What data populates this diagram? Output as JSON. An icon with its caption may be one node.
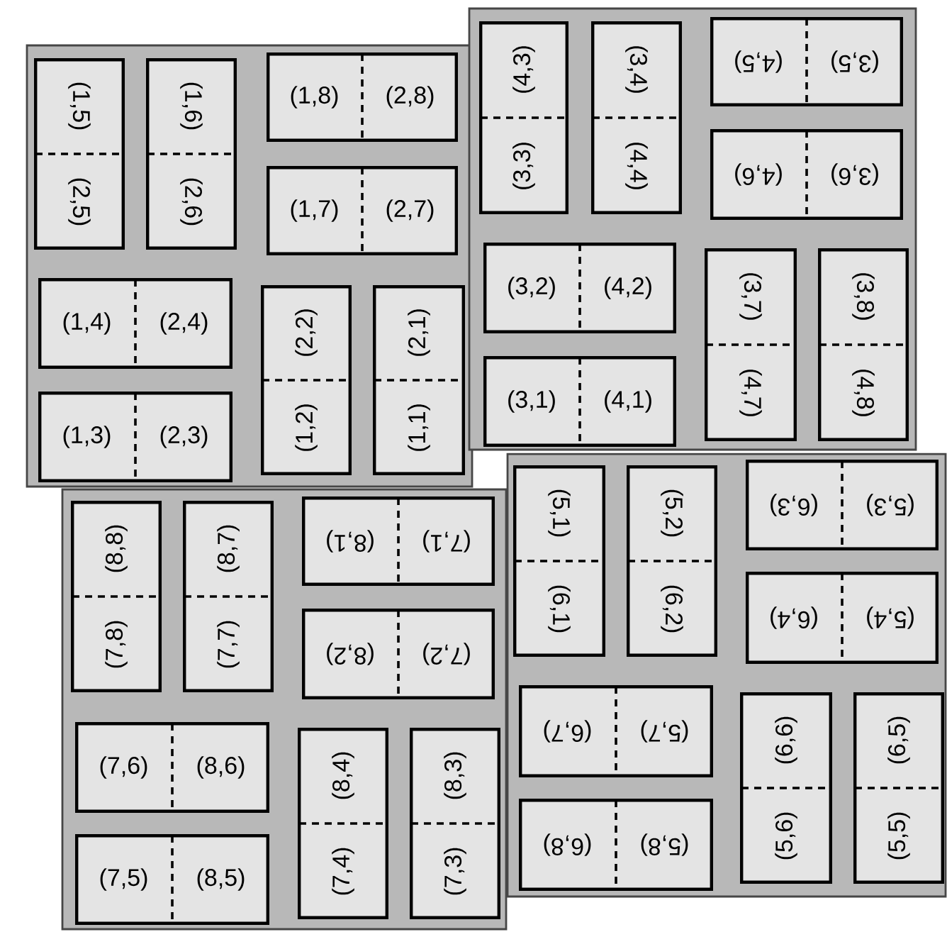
{
  "diagram": {
    "nodes": [
      {
        "text": [],
        "shape": "box"
      },
      {
        "text": [
          "(1,5)",
          "(2,5)"
        ],
        "in": 0
      },
      {
        "text": [
          "(1,6)",
          "(2,6)"
        ],
        "in": 0
      },
      {
        "text": [
          "(1,8)",
          "(2,8)"
        ],
        "in": 0
      },
      {
        "text": [
          "(1,7)",
          "(2,7)"
        ],
        "in": 0
      },
      {
        "text": [
          "(1,4)",
          "(2,4)"
        ],
        "in": 0
      },
      {
        "text": [
          "(1,3)",
          "(2,3)"
        ],
        "in": 0
      },
      {
        "text": [
          "(1,2)",
          "(2,2)"
        ],
        "in": 0
      },
      {
        "text": [
          "(1,1)",
          "(2,1)"
        ],
        "in": 0
      },
      {
        "text": [],
        "shape": "box"
      },
      {
        "text": [
          "(3,3)",
          "(4,3)"
        ],
        "in": 9
      },
      {
        "text": [
          "(3,4)",
          "(4,4)"
        ],
        "in": 9
      },
      {
        "text": [
          "(3,5)",
          "(4,5)"
        ],
        "in": 9
      },
      {
        "text": [
          "(3,6)",
          "(4,6)"
        ],
        "in": 9
      },
      {
        "text": [
          "(3,2)",
          "(4,2)"
        ],
        "in": 9
      },
      {
        "text": [
          "(3,1)",
          "(4,1)"
        ],
        "in": 9
      },
      {
        "text": [
          "(3,7)",
          "(4,7)"
        ],
        "in": 9
      },
      {
        "text": [
          "(3,8)",
          "(4,8)"
        ],
        "in": 9
      },
      {
        "text": [],
        "shape": "box"
      },
      {
        "text": [
          "(7,8)",
          "(8,8)"
        ],
        "in": 18
      },
      {
        "text": [
          "(7,7)",
          "(8,7)"
        ],
        "in": 18
      },
      {
        "text": [
          "(7,1)",
          "(8,1)"
        ],
        "in": 18
      },
      {
        "text": [
          "(7,2)",
          "(8,2)"
        ],
        "in": 18
      },
      {
        "text": [
          "(7,6)",
          "(8,6)"
        ],
        "in": 18
      },
      {
        "text": [
          "(7,5)",
          "(8,5)"
        ],
        "in": 18
      },
      {
        "text": [
          "(7,4)",
          "(8,4)"
        ],
        "in": 18
      },
      {
        "text": [
          "(7,3)",
          "(8,3)"
        ],
        "in": 18
      },
      {
        "text": [],
        "shape": "box"
      },
      {
        "text": [
          "(5,1)",
          "(6,1)"
        ],
        "in": 27
      },
      {
        "text": [
          "(5,2)",
          "(6,2)"
        ],
        "in": 27
      },
      {
        "text": [
          "(5,3)",
          "(6,3)"
        ],
        "in": 27
      },
      {
        "text": [
          "(5,4)",
          "(6,4)"
        ],
        "in": 27
      },
      {
        "text": [
          "(5,7)",
          "(6,7)"
        ],
        "in": 27
      },
      {
        "text": [
          "(5,8)",
          "(6,8)"
        ],
        "in": 27
      },
      {
        "text": [
          "(5,6)",
          "(6,6)"
        ],
        "in": 27
      },
      {
        "text": [
          "(5,5)",
          "(6,5)"
        ],
        "in": 27
      }
    ]
  }
}
